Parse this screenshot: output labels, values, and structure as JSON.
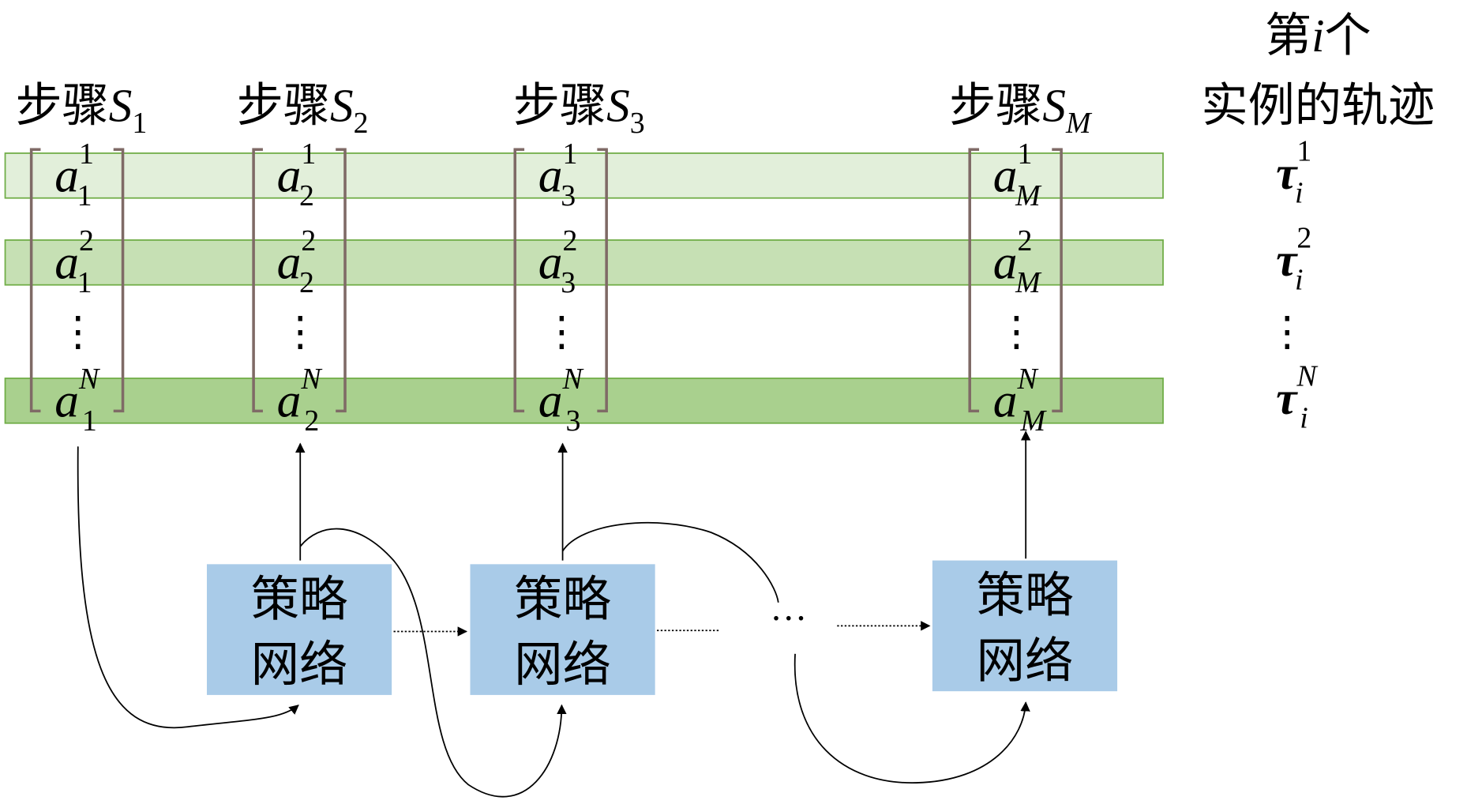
{
  "title": {
    "line1_prefix": "第",
    "line1_var": "i",
    "line1_suffix": "个",
    "line2": "实例的轨迹"
  },
  "steps": [
    {
      "label": "步骤",
      "var": "S",
      "sub": "1",
      "col_sub": "1",
      "sub_italic": false
    },
    {
      "label": "步骤",
      "var": "S",
      "sub": "2",
      "col_sub": "2",
      "sub_italic": false
    },
    {
      "label": "步骤",
      "var": "S",
      "sub": "3",
      "col_sub": "3",
      "sub_italic": false
    },
    {
      "label": "步骤",
      "var": "S",
      "sub": "M",
      "col_sub": "M",
      "sub_italic": true
    }
  ],
  "rows": [
    {
      "sup": "1",
      "color": "#e2efda"
    },
    {
      "sup": "2",
      "color": "#c6e0b4"
    },
    {
      "sup": "N",
      "color": "#a9d08e"
    }
  ],
  "action_var": "a",
  "trajectory": {
    "var": "τ",
    "sub": "i",
    "sups": [
      "1",
      "2",
      "N"
    ]
  },
  "vdots": "⋮",
  "policy_label": {
    "line1": "策略",
    "line2": "网络"
  },
  "ellipsis": "···",
  "colors": {
    "band_border": "#70ad47",
    "bracket": "#7f6a66",
    "policy_box": "#a9cbe8"
  }
}
